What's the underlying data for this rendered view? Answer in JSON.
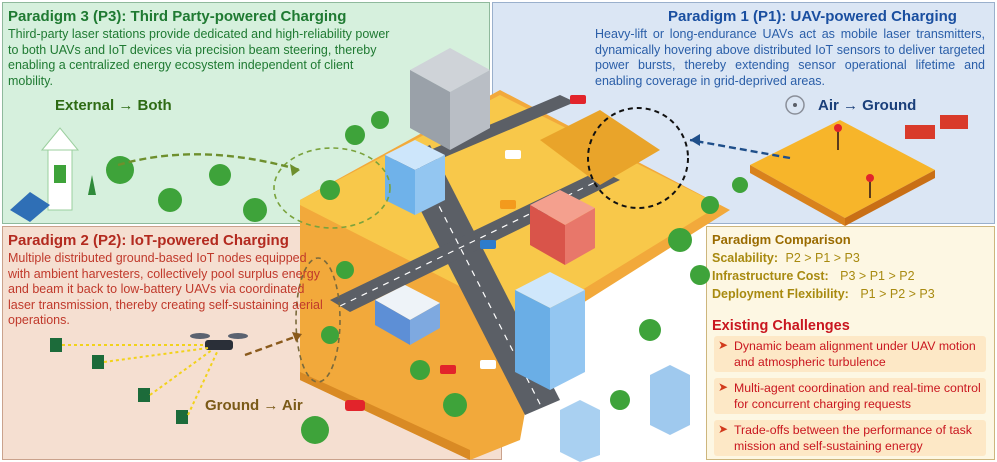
{
  "p3": {
    "title": "Paradigm 3 (P3): Third Party-powered Charging",
    "description": "Third-party laser stations provide dedicated and high-reliability power to both UAVs and IoT devices via precision beam steering, thereby enabling a centralized energy ecosystem independent of client mobility.",
    "flow": "External → Both"
  },
  "p1": {
    "title": "Paradigm 1 (P1): UAV-powered Charging",
    "description": "Heavy-lift or long-endurance UAVs act as mobile laser transmitters, dynamically hovering above distributed IoT sensors to deliver targeted power bursts, thereby extending sensor operational lifetime and enabling coverage in grid-deprived areas.",
    "flow": "Air → Ground"
  },
  "p2": {
    "title": "Paradigm 2 (P2): IoT-powered Charging",
    "description": "Multiple distributed ground-based IoT nodes equipped with ambient harvesters, collectively pool surplus energy and beam it back to low-battery UAVs via coordinated laser transmission, thereby creating self-sustaining aerial operations.",
    "flow": "Ground → Air"
  },
  "comparison": {
    "title": "Paradigm Comparison",
    "metrics": [
      {
        "label": "Scalability:",
        "value": "P2 > P1 > P3"
      },
      {
        "label": "Infrastructure Cost:",
        "value": "P3 > P1 > P2"
      },
      {
        "label": "Deployment Flexibility:",
        "value": "P1 > P2 > P3"
      }
    ]
  },
  "challenges": {
    "title": "Existing Challenges",
    "items": [
      "Dynamic beam alignment under UAV motion and atmospheric turbulence",
      "Multi-agent coordination and real-time control for concurrent charging requests",
      "Trade-offs between the performance of task mission and self-sustaining energy"
    ]
  },
  "colors": {
    "p3_bg": "#d6f0dd",
    "p1_bg": "#dbe6f4",
    "p2_bg": "#f5dfd1",
    "comparison_bg": "#fdf7e3",
    "challenge_red": "#c9161f"
  }
}
